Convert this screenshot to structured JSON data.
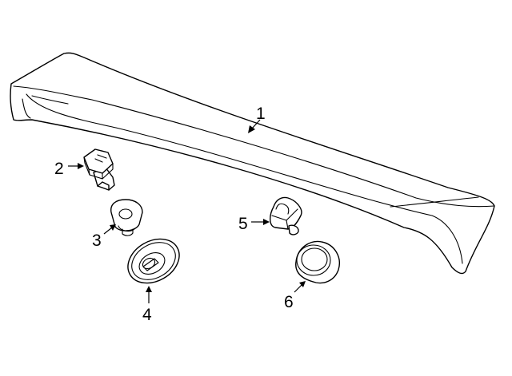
{
  "callouts": {
    "c1": "1",
    "c2": "2",
    "c3": "3",
    "c4": "4",
    "c5": "5",
    "c6": "6"
  },
  "parts": {
    "spoiler": "spoiler-icon",
    "bolt": "hex-bolt-icon",
    "nut": "flange-nut-icon",
    "grommet": "grommet-seal-icon",
    "clip": "retainer-clip-icon",
    "cap": "rubber-cap-icon"
  },
  "colors": {
    "line": "#000000",
    "background": "#ffffff"
  }
}
